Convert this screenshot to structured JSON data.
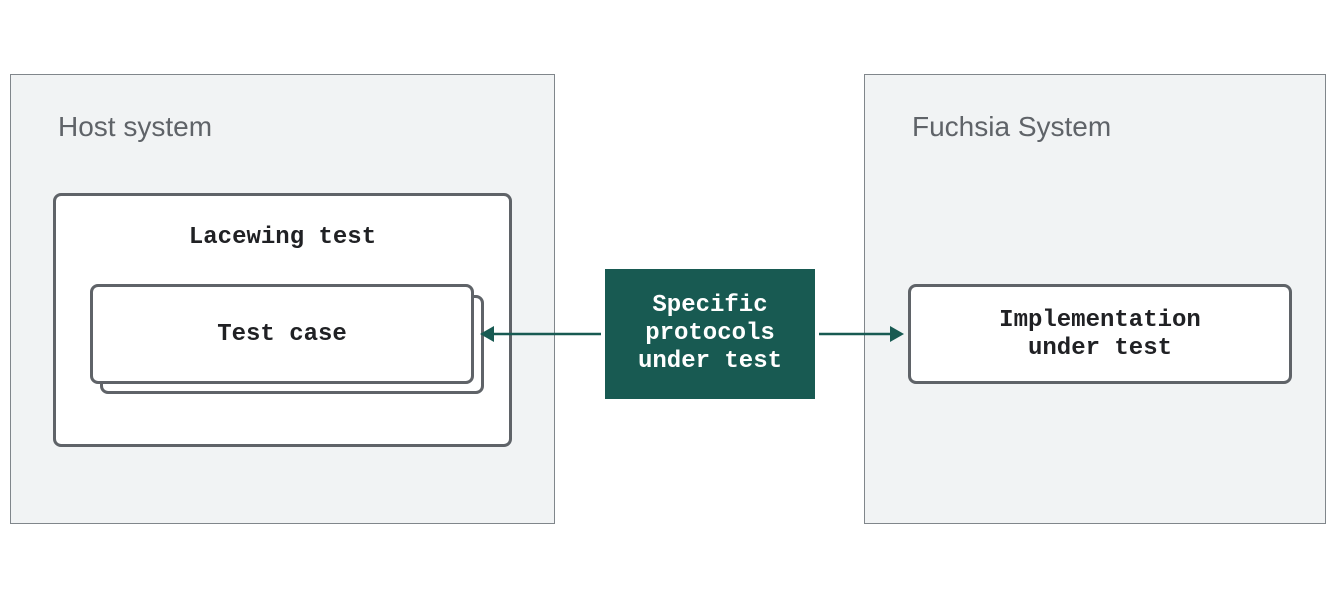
{
  "host": {
    "title": "Host system",
    "lacewing_label": "Lacewing test",
    "test_case_label": "Test case"
  },
  "bridge": {
    "label": "Specific\nprotocols\nunder test",
    "color": "#185a52"
  },
  "fuchsia": {
    "title": "Fuchsia System",
    "implementation_label": "Implementation\nunder test"
  }
}
